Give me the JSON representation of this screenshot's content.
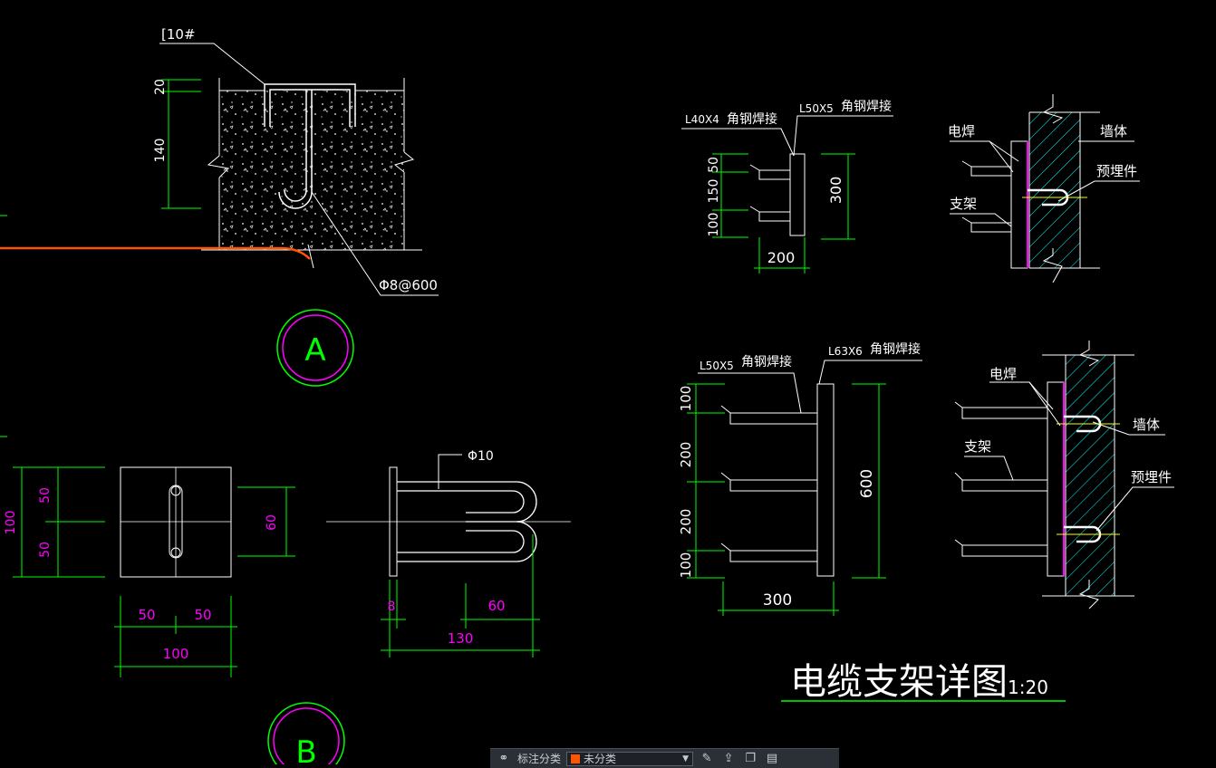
{
  "colors": {
    "background": "#000000",
    "line_white": "#ffffff",
    "dimension": "#00ff00",
    "dim_text_white": "#ffffff",
    "dim_text_magenta": "#ff00ff",
    "cable": "#ff5500",
    "embedded_part": "#ff00ff",
    "wall_hatch": "#00ffff",
    "bubble_inner": "#ff00ff",
    "bubble_outer": "#00ff00"
  },
  "detail_a": {
    "channel_label": "[10#",
    "dim_top": "20",
    "dim_depth": "140",
    "rebar_label": "Φ8@600",
    "bubble": "A"
  },
  "detail_b": {
    "plate_dims": {
      "top": "50",
      "bottom": "50",
      "total": "100",
      "slot": "60"
    },
    "plate_width_dims": {
      "left": "50",
      "right": "50",
      "total": "100"
    },
    "bolt_label": "Φ10",
    "side_dims": {
      "thickness": "8",
      "hook": "60",
      "total": "130"
    },
    "bubble": "B"
  },
  "small_bracket": {
    "label_left_size": "L40X4",
    "label_left_weld": "角钢焊接",
    "label_right_size": "L50X5",
    "label_right_weld": "角钢焊接",
    "dim_a": "50",
    "dim_b": "150",
    "dim_c": "100",
    "dim_height": "300",
    "dim_width": "200"
  },
  "small_wall": {
    "weld": "电焊",
    "wall": "墙体",
    "embed": "预埋件",
    "bracket": "支架"
  },
  "large_bracket": {
    "label_left_size": "L50X5",
    "label_left_weld": "角钢焊接",
    "label_right_size": "L63X6",
    "label_right_weld": "角钢焊接",
    "dim_a": "100",
    "dim_b": "200",
    "dim_c": "200",
    "dim_d": "100",
    "dim_height": "600",
    "dim_width": "300"
  },
  "large_wall": {
    "weld": "电焊",
    "wall": "墙体",
    "bracket": "支架",
    "embed": "预埋件"
  },
  "title": {
    "main": "电缆支架详图",
    "scale": "1:20"
  },
  "toolbar": {
    "label": "标注分类",
    "layer_value": "未分类",
    "layer_color": "#ff5500",
    "icons": [
      "pin-icon",
      "pencil-icon",
      "cursor-icon",
      "copy-icon",
      "stack-icon"
    ]
  }
}
